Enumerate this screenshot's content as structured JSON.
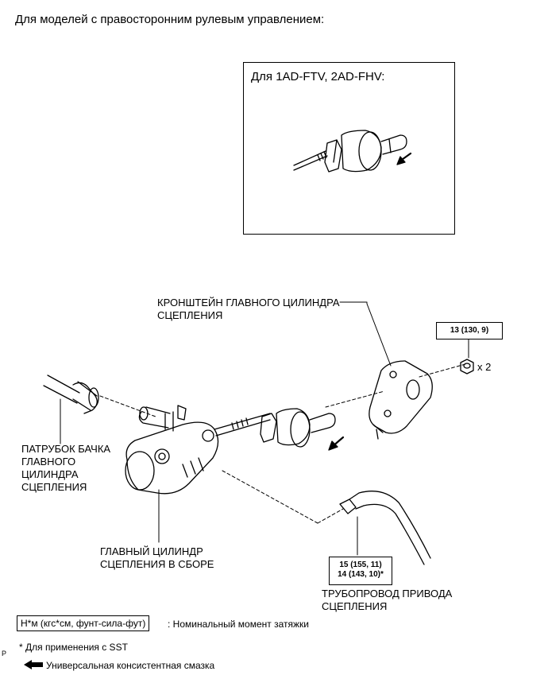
{
  "heading": "Для моделей с правосторонним рулевым управлением:",
  "inset": {
    "title": "Для 1AD-FTV, 2AD-FHV:"
  },
  "labels": {
    "bracket_line1": "КРОНШТЕЙН ГЛАВНОГО ЦИЛИНДРА",
    "bracket_line2": "СЦЕПЛЕНИЯ",
    "hose_line1": "ПАТРУБОК БАЧКА",
    "hose_line2": "ГЛАВНОГО",
    "hose_line3": "ЦИЛИНДРА",
    "hose_line4": "СЦЕПЛЕНИЯ",
    "cylinder_line1": "ГЛАВНЫЙ ЦИЛИНДР",
    "cylinder_line2": "СЦЕПЛЕНИЯ В СБОРЕ",
    "pipe_line1": "ТРУБОПРОВОД ПРИВОДА",
    "pipe_line2": "СЦЕПЛЕНИЯ",
    "nut_qty": "x 2"
  },
  "torques": {
    "nut": "13 (130, 9)",
    "pipe_line1": "15 (155, 11)",
    "pipe_line2": "14 (143, 10)*"
  },
  "legend": {
    "torque_units": "Н*м (кгс*см, фунт-сила-фут)",
    "torque_desc": ": Номинальный момент затяжки",
    "sst_note": "* Для применения с SST",
    "grease": "Универсальная консистентная смазка"
  },
  "corner_mark": "P"
}
